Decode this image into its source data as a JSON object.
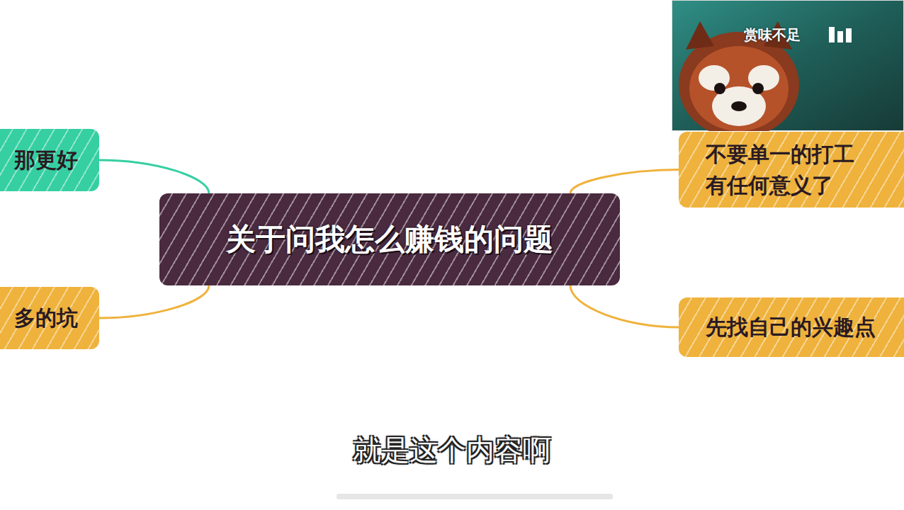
{
  "diagram": {
    "nodes": [
      {
        "text": [
          "关于问我怎么赚钱的问题"
        ]
      },
      {
        "text": [
          "那更好"
        ]
      },
      {
        "text": [
          "多的坑"
        ]
      },
      {
        "text": [
          "不要单一的打工 有任何意义了"
        ]
      },
      {
        "text": [
          "先找自己的兴趣点"
        ]
      }
    ],
    "edges": [
      {
        "from": 0,
        "to": 1,
        "arrow": "none"
      },
      {
        "from": 0,
        "to": 2,
        "arrow": "none"
      },
      {
        "from": 0,
        "to": 3,
        "arrow": "none"
      },
      {
        "from": 0,
        "to": 4,
        "arrow": "none"
      }
    ],
    "labels": [
      "赏味不足",
      "就是这个内容啊"
    ]
  }
}
